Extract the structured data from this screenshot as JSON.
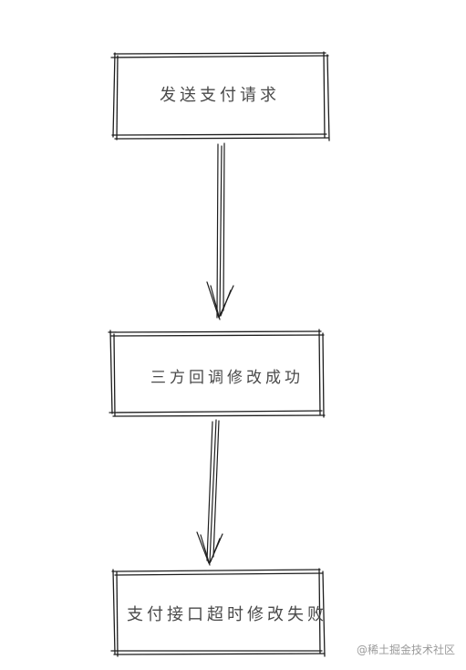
{
  "diagram": {
    "type": "flowchart",
    "direction": "top-to-bottom",
    "style": "hand-drawn",
    "stroke_color": "#1e1e1e",
    "label_color": "#4a4a4a",
    "nodes": [
      {
        "id": "send",
        "label": "发送支付请求"
      },
      {
        "id": "callback",
        "label": "三方回调修改成功"
      },
      {
        "id": "timeout",
        "label": "支付接口超时修改失败"
      }
    ],
    "edges": [
      {
        "from": "send",
        "to": "callback"
      },
      {
        "from": "callback",
        "to": "timeout"
      }
    ]
  },
  "watermark": "@稀土掘金技术社区"
}
